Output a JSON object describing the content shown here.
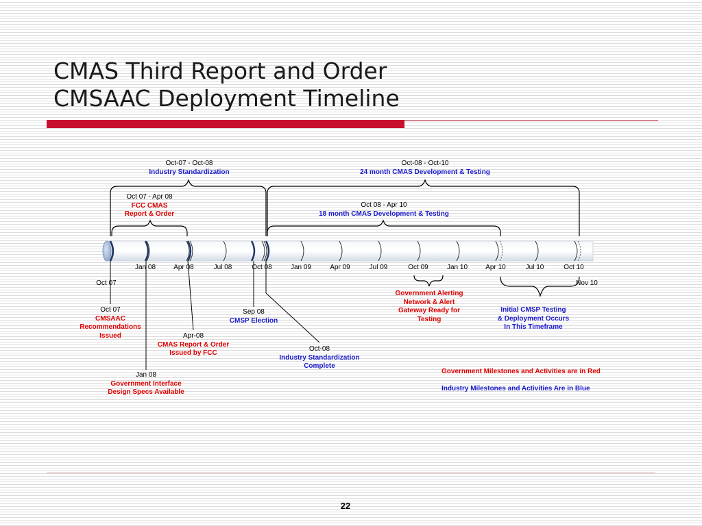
{
  "title": {
    "line1": "CMAS Third Report and Order",
    "line2": "CMSAAC Deployment Timeline"
  },
  "timeline": {
    "ticks": [
      "Jan 08",
      "Apr 08",
      "Jul 08",
      "Oct 08",
      "Jan 09",
      "Apr 09",
      "Jul 09",
      "Oct 09",
      "Jan 10",
      "Apr 10",
      "Jul 10",
      "Oct 10"
    ],
    "start_label": "Oct 07",
    "end_label": "Nov 10"
  },
  "brackets_above": {
    "industry_std": {
      "date": "Oct-07 - Oct-08",
      "text": "Industry Standardization"
    },
    "dev24": {
      "date": "Oct-08 - Oct-10",
      "text": "24 month CMAS Development & Testing"
    },
    "fcc": {
      "date": "Oct 07 - Apr 08",
      "text1": "FCC CMAS",
      "text2": "Report & Order"
    },
    "dev18": {
      "date": "Oct 08 - Apr 10",
      "text": "18 month CMAS Development & Testing"
    }
  },
  "milestones": {
    "cmsaac": {
      "date": "Oct 07",
      "text1": "CMSAAC",
      "text2": "Recommendations",
      "text3": "Issued"
    },
    "jan08": {
      "date": "Jan 08",
      "text1": "Government Interface",
      "text2": "Design Specs Available"
    },
    "apr08": {
      "date": "Apr-08",
      "text1": "CMAS Report & Order",
      "text2": "Issued by FCC"
    },
    "sep08": {
      "date": "Sep 08",
      "text1": "CMSP Election"
    },
    "oct08": {
      "date": "Oct-08",
      "text1": "Industry Standardization",
      "text2": "Complete"
    },
    "gateway": {
      "text1": "Government Alerting",
      "text2": "Network & Alert",
      "text3": "Gateway Ready for",
      "text4": "Testing"
    },
    "cmsp_testing": {
      "text1": "Initial CMSP Testing",
      "text2": "& Deployment Occurs",
      "text3": "In This Timeframe"
    }
  },
  "legend": {
    "government": "Government Milestones and Activities are in Red",
    "industry": "Industry Milestones and Activities Are in Blue"
  },
  "colors": {
    "government": "#e00000",
    "industry": "#1a1acc",
    "accent_bar": "#c8102e"
  },
  "page_number": "22"
}
